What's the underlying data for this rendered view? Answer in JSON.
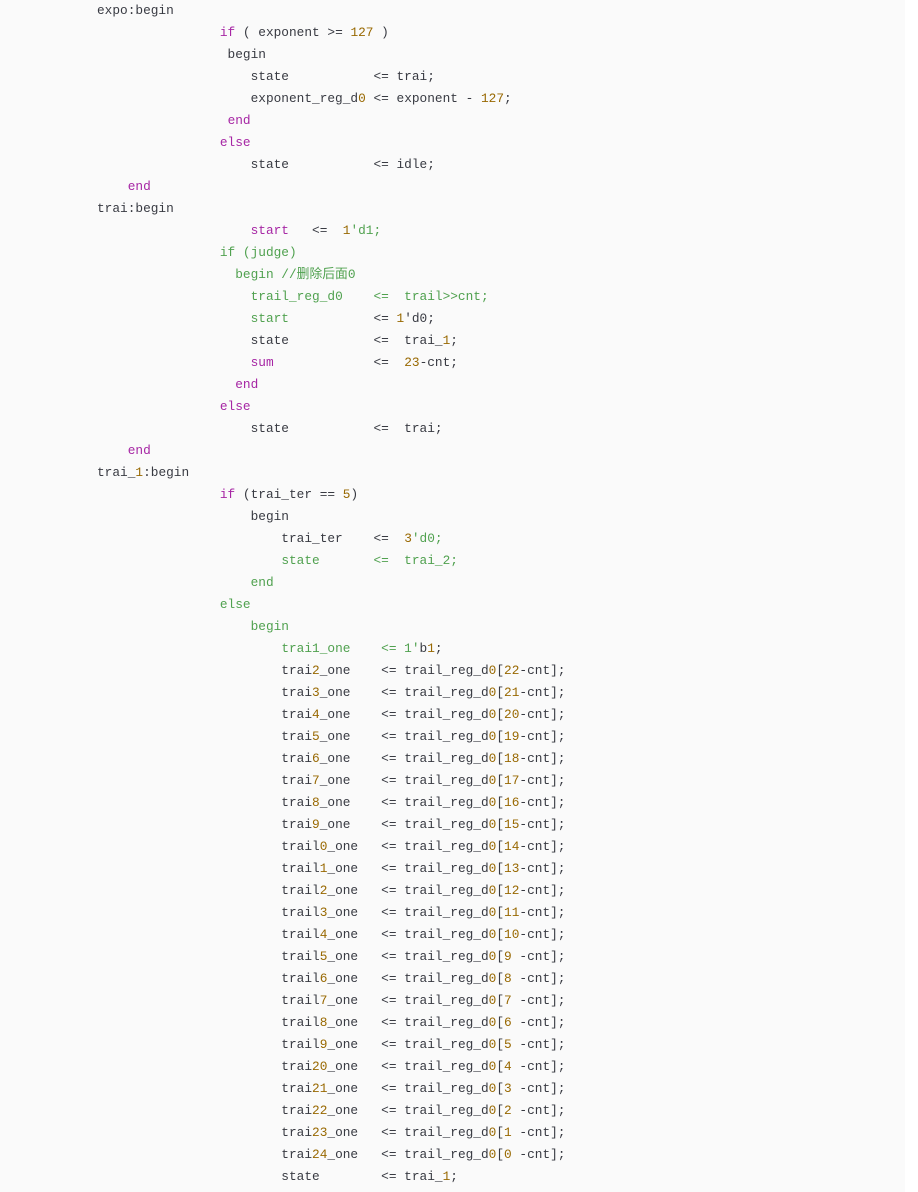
{
  "colors": {
    "background": "#fafafa",
    "text": "#383a42",
    "keyword": "#a626a4",
    "string": "#50a14f",
    "number": "#986801"
  },
  "code": {
    "language": "verilog",
    "lines": [
      [
        [
          "expo:begin",
          "pl"
        ]
      ],
      [
        [
          "                ",
          "pl"
        ],
        [
          "if",
          "kw"
        ],
        [
          " ( exponent >= ",
          "pl"
        ],
        [
          "127",
          "num"
        ],
        [
          " )",
          "pl"
        ]
      ],
      [
        [
          "                 begin",
          "pl"
        ]
      ],
      [
        [
          "                    state           <= trai;",
          "pl"
        ]
      ],
      [
        [
          "                    exponent_reg_d",
          "pl"
        ],
        [
          "0",
          "num"
        ],
        [
          " <= exponent - ",
          "pl"
        ],
        [
          "127",
          "num"
        ],
        [
          ";",
          "pl"
        ]
      ],
      [
        [
          "                 ",
          "pl"
        ],
        [
          "end",
          "kw"
        ]
      ],
      [
        [
          "                ",
          "pl"
        ],
        [
          "else",
          "kw"
        ]
      ],
      [
        [
          "                    state           <= idle;",
          "pl"
        ]
      ],
      [
        [
          "    ",
          "pl"
        ],
        [
          "end",
          "kw"
        ]
      ],
      [
        [
          "trai:begin",
          "pl"
        ]
      ],
      [
        [
          "                    ",
          "pl"
        ],
        [
          "start",
          "kw"
        ],
        [
          "   <=  ",
          "pl"
        ],
        [
          "1",
          "num"
        ],
        [
          "'d1;",
          "str"
        ]
      ],
      [
        [
          "                ",
          "pl"
        ],
        [
          "if (judge)",
          "str"
        ]
      ],
      [
        [
          "                  ",
          "pl"
        ],
        [
          "begin //删除后面0",
          "str"
        ]
      ],
      [
        [
          "                    ",
          "pl"
        ],
        [
          "trail_reg_d0    <=  trail>>cnt;",
          "str"
        ]
      ],
      [
        [
          "                    ",
          "pl"
        ],
        [
          "start           ",
          "str"
        ],
        [
          "<= ",
          "pl"
        ],
        [
          "1",
          "num"
        ],
        [
          "'d0;",
          "pl"
        ]
      ],
      [
        [
          "                    state           <=  trai_",
          "pl"
        ],
        [
          "1",
          "num"
        ],
        [
          ";",
          "pl"
        ]
      ],
      [
        [
          "                    ",
          "pl"
        ],
        [
          "sum",
          "kw"
        ],
        [
          "             <=  ",
          "pl"
        ],
        [
          "23",
          "num"
        ],
        [
          "-cnt;",
          "pl"
        ]
      ],
      [
        [
          "                  ",
          "pl"
        ],
        [
          "end",
          "kw"
        ]
      ],
      [
        [
          "                ",
          "pl"
        ],
        [
          "else",
          "kw"
        ]
      ],
      [
        [
          "                    state           <=  trai;",
          "pl"
        ]
      ],
      [
        [
          "    ",
          "pl"
        ],
        [
          "end",
          "kw"
        ]
      ],
      [
        [
          "trai_",
          "pl"
        ],
        [
          "1",
          "num"
        ],
        [
          ":begin",
          "pl"
        ]
      ],
      [
        [
          "                ",
          "pl"
        ],
        [
          "if",
          "kw"
        ],
        [
          " (trai_ter == ",
          "pl"
        ],
        [
          "5",
          "num"
        ],
        [
          ")",
          "pl"
        ]
      ],
      [
        [
          "                    begin",
          "pl"
        ]
      ],
      [
        [
          "                        trai_ter    <=  ",
          "pl"
        ],
        [
          "3",
          "num"
        ],
        [
          "'d0;",
          "str"
        ]
      ],
      [
        [
          "                        ",
          "pl"
        ],
        [
          "state       <=  trai_2;",
          "str"
        ]
      ],
      [
        [
          "                    ",
          "pl"
        ],
        [
          "end",
          "str"
        ]
      ],
      [
        [
          "                ",
          "pl"
        ],
        [
          "else",
          "str"
        ]
      ],
      [
        [
          "                    ",
          "pl"
        ],
        [
          "begin",
          "str"
        ]
      ],
      [
        [
          "                        ",
          "pl"
        ],
        [
          "trai1_one    <= 1'",
          "str"
        ],
        [
          "b",
          "pl"
        ],
        [
          "1",
          "num"
        ],
        [
          ";",
          "pl"
        ]
      ],
      [
        [
          "                        trai",
          "pl"
        ],
        [
          "2",
          "num"
        ],
        [
          "_one    <= trail_reg_d",
          "pl"
        ],
        [
          "0",
          "num"
        ],
        [
          "[",
          "pl"
        ],
        [
          "22",
          "num"
        ],
        [
          "-cnt];",
          "pl"
        ]
      ],
      [
        [
          "                        trai",
          "pl"
        ],
        [
          "3",
          "num"
        ],
        [
          "_one    <= trail_reg_d",
          "pl"
        ],
        [
          "0",
          "num"
        ],
        [
          "[",
          "pl"
        ],
        [
          "21",
          "num"
        ],
        [
          "-cnt];",
          "pl"
        ]
      ],
      [
        [
          "                        trai",
          "pl"
        ],
        [
          "4",
          "num"
        ],
        [
          "_one    <= trail_reg_d",
          "pl"
        ],
        [
          "0",
          "num"
        ],
        [
          "[",
          "pl"
        ],
        [
          "20",
          "num"
        ],
        [
          "-cnt];",
          "pl"
        ]
      ],
      [
        [
          "                        trai",
          "pl"
        ],
        [
          "5",
          "num"
        ],
        [
          "_one    <= trail_reg_d",
          "pl"
        ],
        [
          "0",
          "num"
        ],
        [
          "[",
          "pl"
        ],
        [
          "19",
          "num"
        ],
        [
          "-cnt];",
          "pl"
        ]
      ],
      [
        [
          "                        trai",
          "pl"
        ],
        [
          "6",
          "num"
        ],
        [
          "_one    <= trail_reg_d",
          "pl"
        ],
        [
          "0",
          "num"
        ],
        [
          "[",
          "pl"
        ],
        [
          "18",
          "num"
        ],
        [
          "-cnt];",
          "pl"
        ]
      ],
      [
        [
          "                        trai",
          "pl"
        ],
        [
          "7",
          "num"
        ],
        [
          "_one    <= trail_reg_d",
          "pl"
        ],
        [
          "0",
          "num"
        ],
        [
          "[",
          "pl"
        ],
        [
          "17",
          "num"
        ],
        [
          "-cnt];",
          "pl"
        ]
      ],
      [
        [
          "                        trai",
          "pl"
        ],
        [
          "8",
          "num"
        ],
        [
          "_one    <= trail_reg_d",
          "pl"
        ],
        [
          "0",
          "num"
        ],
        [
          "[",
          "pl"
        ],
        [
          "16",
          "num"
        ],
        [
          "-cnt];",
          "pl"
        ]
      ],
      [
        [
          "                        trai",
          "pl"
        ],
        [
          "9",
          "num"
        ],
        [
          "_one    <= trail_reg_d",
          "pl"
        ],
        [
          "0",
          "num"
        ],
        [
          "[",
          "pl"
        ],
        [
          "15",
          "num"
        ],
        [
          "-cnt];",
          "pl"
        ]
      ],
      [
        [
          "                        trail",
          "pl"
        ],
        [
          "0",
          "num"
        ],
        [
          "_one   <= trail_reg_d",
          "pl"
        ],
        [
          "0",
          "num"
        ],
        [
          "[",
          "pl"
        ],
        [
          "14",
          "num"
        ],
        [
          "-cnt];",
          "pl"
        ]
      ],
      [
        [
          "                        trail",
          "pl"
        ],
        [
          "1",
          "num"
        ],
        [
          "_one   <= trail_reg_d",
          "pl"
        ],
        [
          "0",
          "num"
        ],
        [
          "[",
          "pl"
        ],
        [
          "13",
          "num"
        ],
        [
          "-cnt];",
          "pl"
        ]
      ],
      [
        [
          "                        trail",
          "pl"
        ],
        [
          "2",
          "num"
        ],
        [
          "_one   <= trail_reg_d",
          "pl"
        ],
        [
          "0",
          "num"
        ],
        [
          "[",
          "pl"
        ],
        [
          "12",
          "num"
        ],
        [
          "-cnt];",
          "pl"
        ]
      ],
      [
        [
          "                        trail",
          "pl"
        ],
        [
          "3",
          "num"
        ],
        [
          "_one   <= trail_reg_d",
          "pl"
        ],
        [
          "0",
          "num"
        ],
        [
          "[",
          "pl"
        ],
        [
          "11",
          "num"
        ],
        [
          "-cnt];",
          "pl"
        ]
      ],
      [
        [
          "                        trail",
          "pl"
        ],
        [
          "4",
          "num"
        ],
        [
          "_one   <= trail_reg_d",
          "pl"
        ],
        [
          "0",
          "num"
        ],
        [
          "[",
          "pl"
        ],
        [
          "10",
          "num"
        ],
        [
          "-cnt];",
          "pl"
        ]
      ],
      [
        [
          "                        trail",
          "pl"
        ],
        [
          "5",
          "num"
        ],
        [
          "_one   <= trail_reg_d",
          "pl"
        ],
        [
          "0",
          "num"
        ],
        [
          "[",
          "pl"
        ],
        [
          "9",
          "num"
        ],
        [
          " -cnt];",
          "pl"
        ]
      ],
      [
        [
          "                        trail",
          "pl"
        ],
        [
          "6",
          "num"
        ],
        [
          "_one   <= trail_reg_d",
          "pl"
        ],
        [
          "0",
          "num"
        ],
        [
          "[",
          "pl"
        ],
        [
          "8",
          "num"
        ],
        [
          " -cnt];",
          "pl"
        ]
      ],
      [
        [
          "                        trail",
          "pl"
        ],
        [
          "7",
          "num"
        ],
        [
          "_one   <= trail_reg_d",
          "pl"
        ],
        [
          "0",
          "num"
        ],
        [
          "[",
          "pl"
        ],
        [
          "7",
          "num"
        ],
        [
          " -cnt];",
          "pl"
        ]
      ],
      [
        [
          "                        trail",
          "pl"
        ],
        [
          "8",
          "num"
        ],
        [
          "_one   <= trail_reg_d",
          "pl"
        ],
        [
          "0",
          "num"
        ],
        [
          "[",
          "pl"
        ],
        [
          "6",
          "num"
        ],
        [
          " -cnt];",
          "pl"
        ]
      ],
      [
        [
          "                        trail",
          "pl"
        ],
        [
          "9",
          "num"
        ],
        [
          "_one   <= trail_reg_d",
          "pl"
        ],
        [
          "0",
          "num"
        ],
        [
          "[",
          "pl"
        ],
        [
          "5",
          "num"
        ],
        [
          " -cnt];",
          "pl"
        ]
      ],
      [
        [
          "                        trai",
          "pl"
        ],
        [
          "20",
          "num"
        ],
        [
          "_one   <= trail_reg_d",
          "pl"
        ],
        [
          "0",
          "num"
        ],
        [
          "[",
          "pl"
        ],
        [
          "4",
          "num"
        ],
        [
          " -cnt];",
          "pl"
        ]
      ],
      [
        [
          "                        trai",
          "pl"
        ],
        [
          "21",
          "num"
        ],
        [
          "_one   <= trail_reg_d",
          "pl"
        ],
        [
          "0",
          "num"
        ],
        [
          "[",
          "pl"
        ],
        [
          "3",
          "num"
        ],
        [
          " -cnt];",
          "pl"
        ]
      ],
      [
        [
          "                        trai",
          "pl"
        ],
        [
          "22",
          "num"
        ],
        [
          "_one   <= trail_reg_d",
          "pl"
        ],
        [
          "0",
          "num"
        ],
        [
          "[",
          "pl"
        ],
        [
          "2",
          "num"
        ],
        [
          " -cnt];",
          "pl"
        ]
      ],
      [
        [
          "                        trai",
          "pl"
        ],
        [
          "23",
          "num"
        ],
        [
          "_one   <= trail_reg_d",
          "pl"
        ],
        [
          "0",
          "num"
        ],
        [
          "[",
          "pl"
        ],
        [
          "1",
          "num"
        ],
        [
          " -cnt];",
          "pl"
        ]
      ],
      [
        [
          "                        trai",
          "pl"
        ],
        [
          "24",
          "num"
        ],
        [
          "_one   <= trail_reg_d",
          "pl"
        ],
        [
          "0",
          "num"
        ],
        [
          "[",
          "pl"
        ],
        [
          "0",
          "num"
        ],
        [
          " -cnt];",
          "pl"
        ]
      ],
      [
        [
          "                        state        <= trai_",
          "pl"
        ],
        [
          "1",
          "num"
        ],
        [
          ";",
          "pl"
        ]
      ]
    ]
  }
}
